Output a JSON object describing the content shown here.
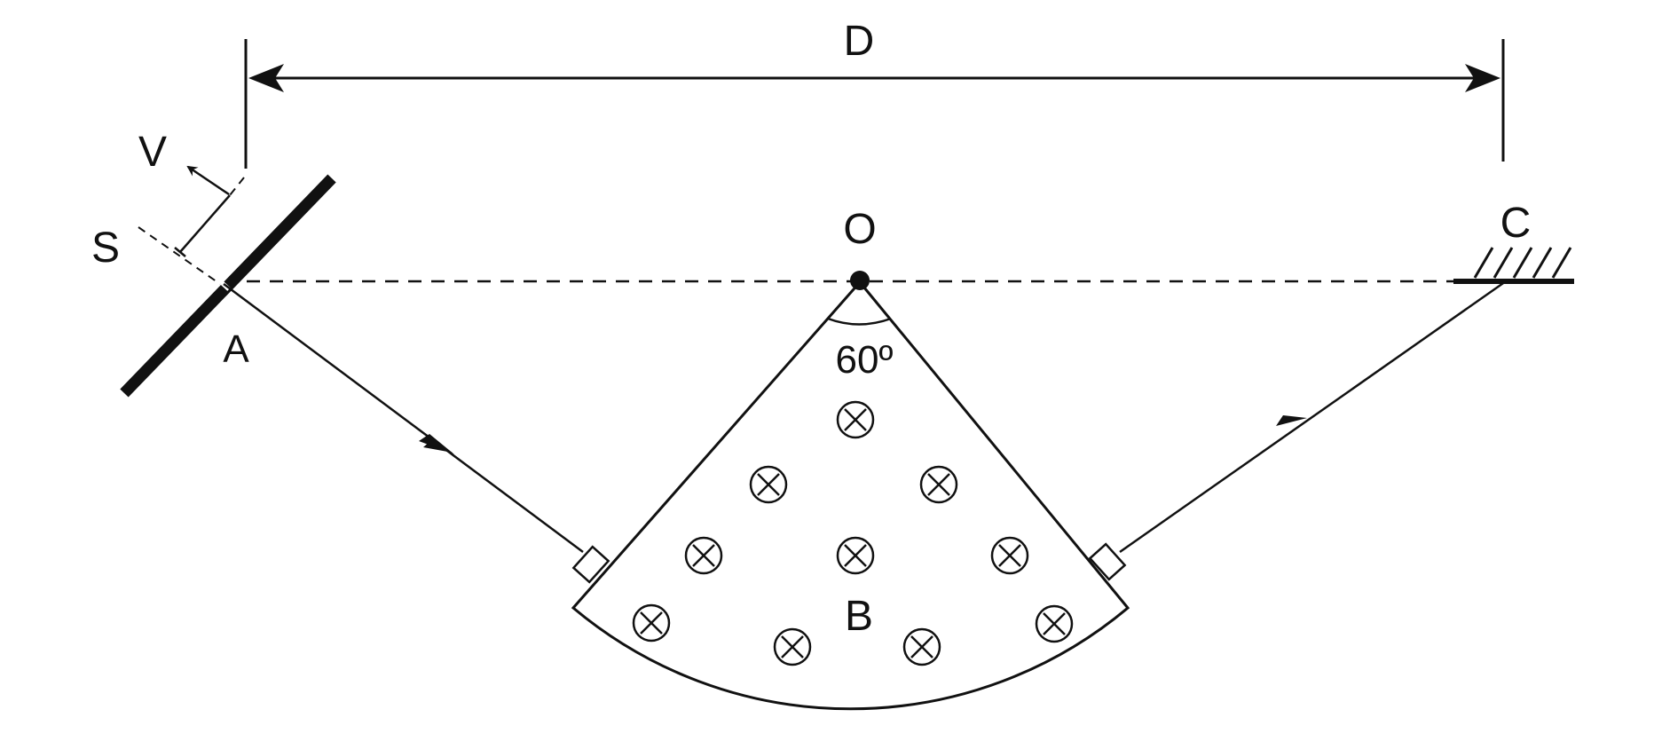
{
  "labels": {
    "D": "D",
    "V": "V",
    "S": "S",
    "A": "A",
    "O": "O",
    "C": "C",
    "B": "B",
    "angle": "60º"
  },
  "field": {
    "symbol": "into-page-cross-symbol",
    "count": 10
  },
  "colors": {
    "ink": "#111111",
    "background": "#ffffff"
  }
}
